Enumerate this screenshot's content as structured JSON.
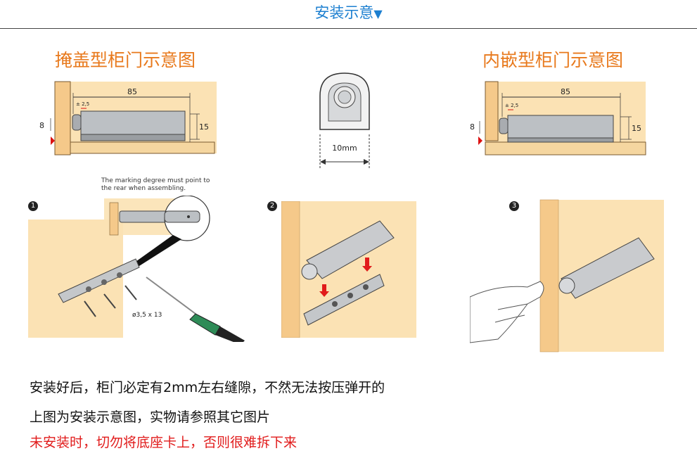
{
  "header": {
    "title": "安装示意",
    "arrow": "▼",
    "color": "#1c7fd0"
  },
  "overlay_section": {
    "title": "掩盖型柜门示意图",
    "dim_length": "85",
    "dim_tolerance": "± 2,5",
    "dim_gap": "8",
    "dim_height": "15"
  },
  "front_view": {
    "width_label": "10mm"
  },
  "inset_section": {
    "title": "内嵌型柜门示意图",
    "dim_length": "85",
    "dim_tolerance": "± 2,5",
    "dim_gap": "8",
    "dim_height": "15"
  },
  "note": {
    "line1": "The marking degree must point to",
    "line2": "the rear when assembling."
  },
  "steps": [
    {
      "number": "1",
      "screw_label": "ø3,5 x 13"
    },
    {
      "number": "2"
    },
    {
      "number": "3"
    }
  ],
  "body": {
    "line1": "安装好后，柜门必定有2mm左右缝隙，不然无法按压弹开的",
    "line2": "上图为安装示意图，实物请参照其它图片",
    "line3": "未安装时，切勿将底座卡上，否则很难拆下来"
  },
  "colors": {
    "accent_orange": "#e8791c",
    "warning_red": "#e11b1b",
    "wood": "#fbe2b4",
    "device_gray": "#b9bcc0"
  }
}
